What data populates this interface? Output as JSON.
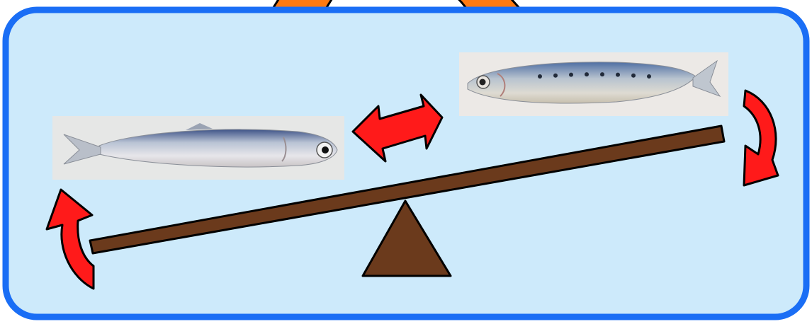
{
  "diagram": {
    "panel": {
      "fill": "#cdeafb",
      "border": "#1a6ef5"
    },
    "top_arrows": {
      "fill": "#ff7a12",
      "stroke": "#000000",
      "count": 2
    },
    "seesaw": {
      "plank_color": "#6b3a1c",
      "fulcrum_color": "#6b3a1c",
      "tilt": "left-end-down"
    },
    "fish": [
      {
        "id": "anchovy",
        "position": "left",
        "facing": "right",
        "body": "#c9cfd6",
        "back": "#4a5f8e"
      },
      {
        "id": "sardine",
        "position": "upper-right",
        "facing": "left",
        "body": "#d2d4cf",
        "back": "#5a78a8",
        "spots": 8
      }
    ],
    "arrows": {
      "exchange": {
        "type": "double-headed",
        "color": "#ff1a1a"
      },
      "left_curved": {
        "direction": "up",
        "color": "#ff1a1a"
      },
      "right_curved": {
        "direction": "down",
        "color": "#ff1a1a"
      }
    }
  }
}
